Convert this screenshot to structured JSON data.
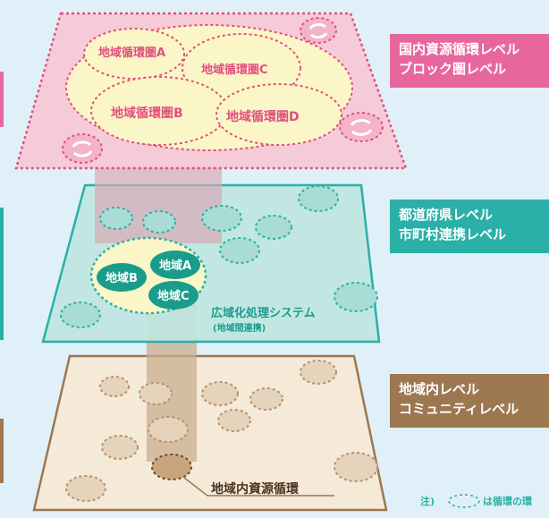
{
  "levels": {
    "national": {
      "line1": "国内資源循環レベル",
      "line2": "ブロック圏レベル"
    },
    "prefecture": {
      "line1": "都道府県レベル",
      "line2": "市町村連携レベル"
    },
    "community": {
      "line1": "地域内レベル",
      "line2": "コミュニティレベル"
    }
  },
  "top_layer": {
    "regions": [
      "地域循環圏A",
      "地域循環圏B",
      "地域循環圏C",
      "地域循環圏D"
    ]
  },
  "middle_layer": {
    "areas": [
      "地域A",
      "地域B",
      "地域C"
    ],
    "system_label": "広域化処理システム",
    "system_sublabel": "(地域間連携)"
  },
  "bottom_layer": {
    "callout": "地域内資源循環"
  },
  "note": {
    "prefix": "注)",
    "suffix": "は循環の環"
  },
  "colors": {
    "pink_layer": "#f7c8d6",
    "pink_border": "#e0507e",
    "teal_layer": "#bfe6e1",
    "teal_border": "#2ab0a6",
    "tan_layer": "#f5e9d8",
    "tan_border": "#9c7750",
    "cream": "#fbf6c8"
  },
  "icons": [
    "recycle-ring-icon"
  ]
}
